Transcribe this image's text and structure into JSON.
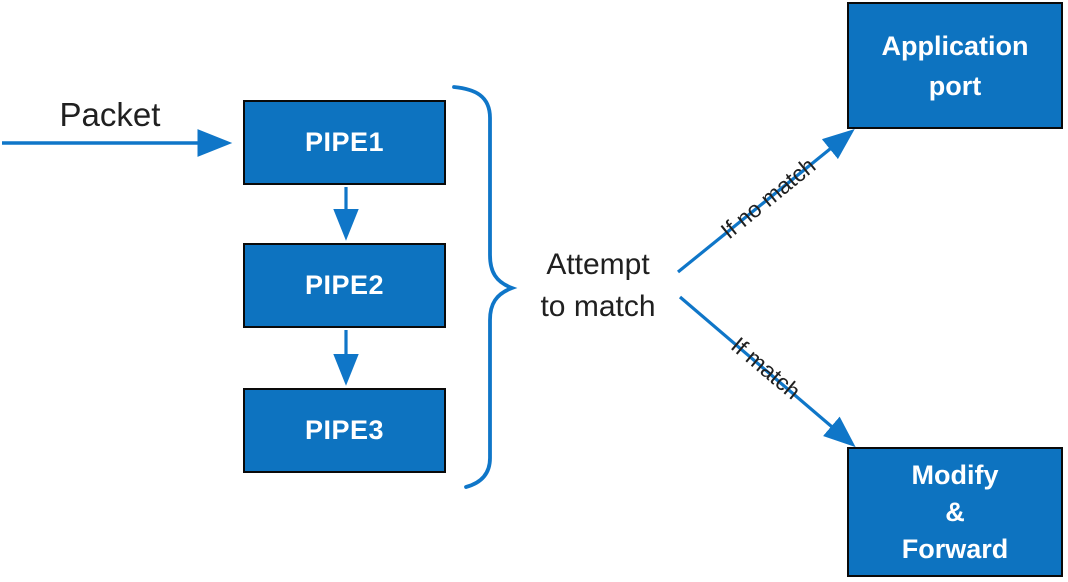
{
  "colors": {
    "box_fill": "#0d73c0",
    "box_border": "#0a0a0a",
    "connector_blue": "#0f76c8",
    "text_dark": "#202020",
    "box_text": "#ffffff",
    "background": "#ffffff"
  },
  "labels": {
    "packet": "Packet",
    "attempt_line1": "Attempt",
    "attempt_line2": "to match",
    "if_no_match": "If no match",
    "if_match": "If match"
  },
  "pipes": [
    {
      "label": "PIPE1"
    },
    {
      "label": "PIPE2"
    },
    {
      "label": "PIPE3"
    }
  ],
  "outcomes": {
    "application_port": {
      "line1": "Application",
      "line2": "port"
    },
    "modify_forward": {
      "line1": "Modify",
      "line2": "&",
      "line3": "Forward"
    }
  }
}
